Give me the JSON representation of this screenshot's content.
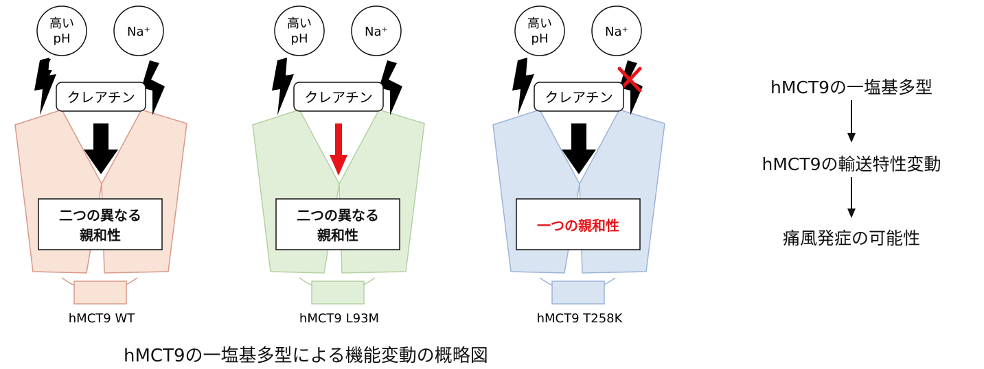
{
  "panels": [
    {
      "signal_left": [
        "高い",
        "pH"
      ],
      "signal_right": "Na⁺",
      "substrate": "クレアチン",
      "affinity": [
        "二つの異なる",
        "親和性"
      ],
      "variant_label": "hMCT9 WT",
      "fill": "#f8e3d6",
      "stroke": "#d8998a",
      "arrow_color": "#000000",
      "affinity_color": "#111111",
      "na_blocked": false
    },
    {
      "signal_left": [
        "高い",
        "pH"
      ],
      "signal_right": "Na⁺",
      "substrate": "クレアチン",
      "affinity": [
        "二つの異なる",
        "親和性"
      ],
      "variant_label": "hMCT9 L93M",
      "fill": "#e2efd8",
      "stroke": "#b3d1a3",
      "arrow_color": "#e8141a",
      "affinity_color": "#111111",
      "na_blocked": false
    },
    {
      "signal_left": [
        "高い",
        "pH"
      ],
      "signal_right": "Na⁺",
      "substrate": "クレアチン",
      "affinity": [
        "一つの親和性"
      ],
      "variant_label": "hMCT9 T258K",
      "fill": "#d9e4f3",
      "stroke": "#9cb4d8",
      "arrow_color": "#000000",
      "affinity_color": "#e8141a",
      "na_blocked": true
    }
  ],
  "flow": {
    "step1": "hMCT9の一塩基多型",
    "step2": "hMCT9の輸送特性変動",
    "step3": "痛風発症の可能性"
  },
  "caption": "hMCT9の一塩基多型による機能変動の概略図",
  "icons": {
    "lightning": "lightning-bolt-icon",
    "block": "red-x-icon",
    "arrow": "down-arrow-icon"
  }
}
